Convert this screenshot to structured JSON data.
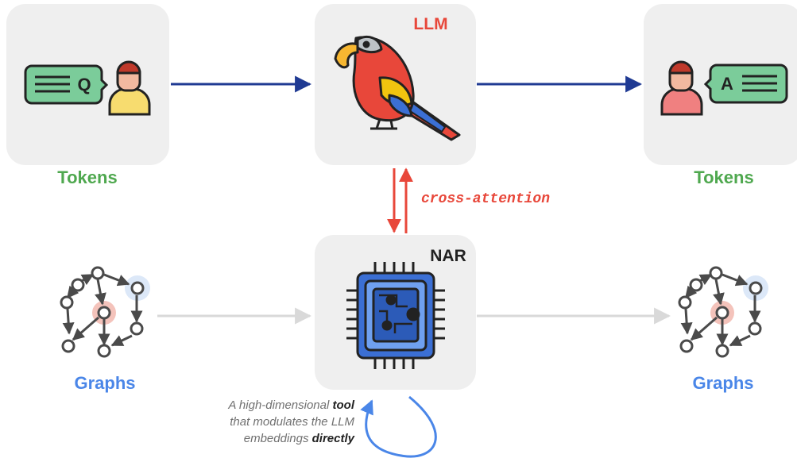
{
  "colors": {
    "card": "#efefef",
    "tokens_green": "#4fa84f",
    "graphs_blue": "#4a86e8",
    "llm_red": "#e8473a",
    "arrow_navy": "#1f3a93",
    "arrow_grey": "#d9d9d9",
    "loop_blue": "#4a86e8"
  },
  "labels": {
    "tokens_left": "Tokens",
    "tokens_right": "Tokens",
    "graphs_left": "Graphs",
    "graphs_right": "Graphs",
    "llm": "LLM",
    "nar": "NAR",
    "cross_attention": "cross-attention"
  },
  "annotation": {
    "line1_pre": "A high-dimensional ",
    "line1_bold": "tool",
    "line2": "that modulates the LLM",
    "line3_pre": "embeddings ",
    "line3_bold": "directly"
  },
  "bubbles": {
    "question_letter": "Q",
    "answer_letter": "A"
  }
}
